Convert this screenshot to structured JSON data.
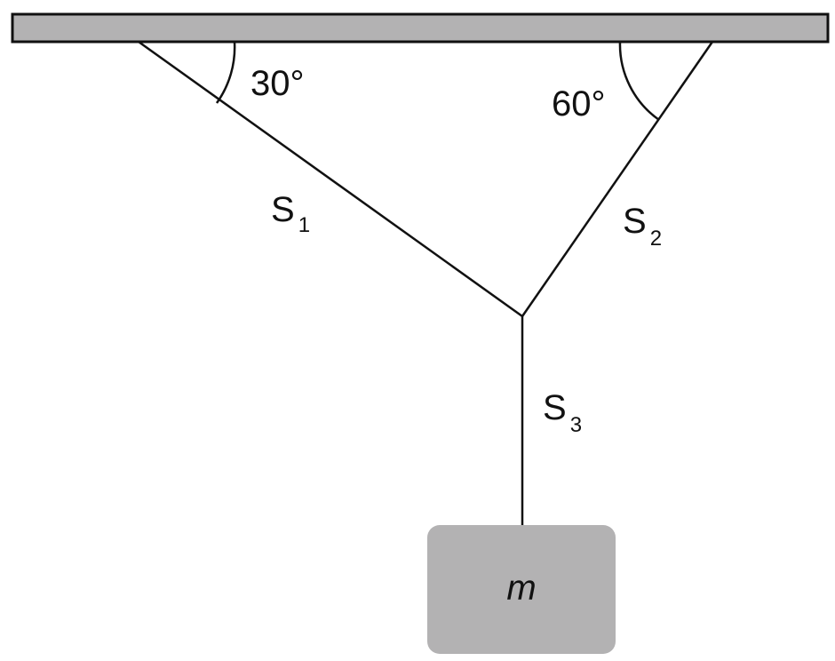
{
  "angles": {
    "left": "30°",
    "right": "60°"
  },
  "strings": {
    "s1": {
      "letter": "S",
      "index": "1"
    },
    "s2": {
      "letter": "S",
      "index": "2"
    },
    "s3": {
      "letter": "S",
      "index": "3"
    }
  },
  "mass_label": "m",
  "colors": {
    "ceiling": "#b3b2b3",
    "block": "#b3b2b3",
    "line": "#111111",
    "background": "#ffffff"
  }
}
